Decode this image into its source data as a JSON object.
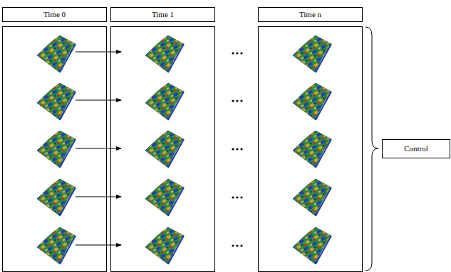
{
  "diagram": {
    "nodes": [
      {
        "text": [
          "Time 0"
        ]
      },
      {
        "text": [
          "Time 1"
        ]
      },
      {
        "text": [
          "Time n"
        ]
      },
      {
        "text": [
          "Control"
        ]
      }
    ]
  }
}
